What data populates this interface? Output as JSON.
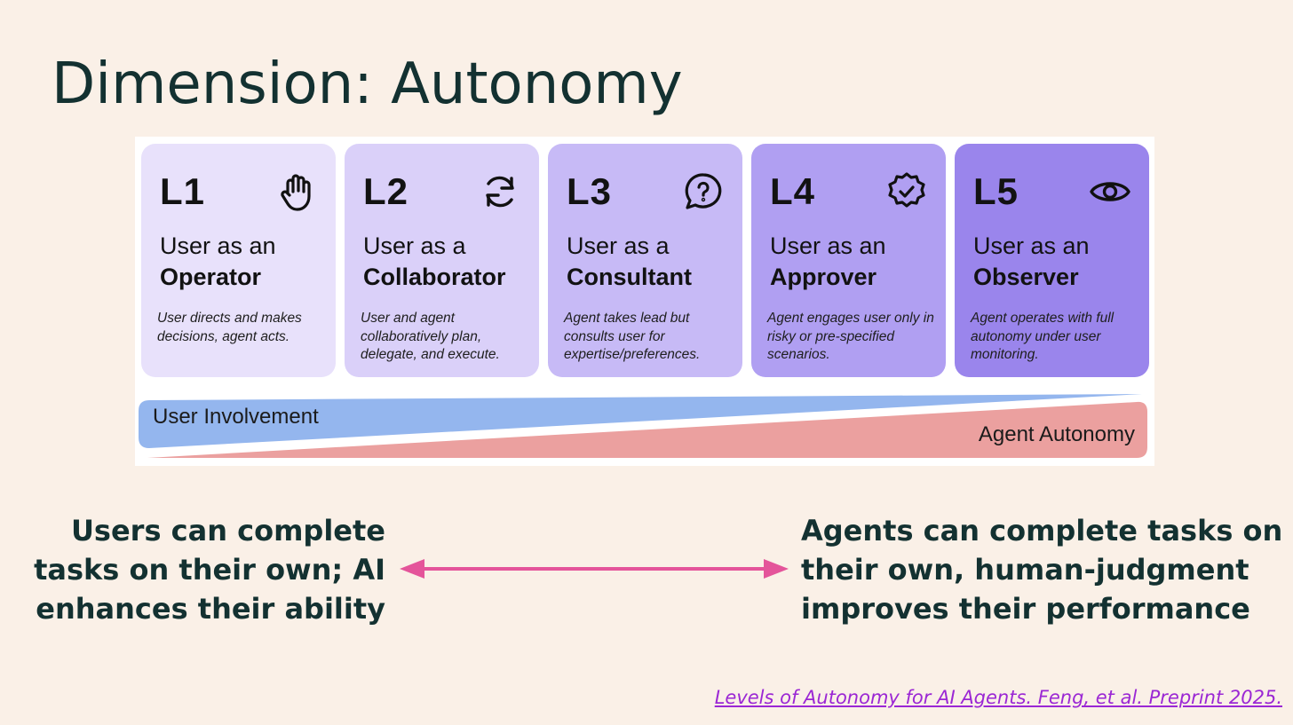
{
  "title": "Dimension: Autonomy",
  "levels": [
    {
      "level": "L1",
      "role_prefix": "User as an",
      "role": "Operator",
      "description": "User directs and makes decisions, agent acts.",
      "icon": "hand-icon",
      "color": "#e8e1fb"
    },
    {
      "level": "L2",
      "role_prefix": "User as a",
      "role": "Collaborator",
      "description": "User and agent collaboratively plan, delegate, and execute.",
      "icon": "refresh-icon",
      "color": "#dad0f9"
    },
    {
      "level": "L3",
      "role_prefix": "User as a",
      "role": "Consultant",
      "description": "Agent takes lead but consults user for expertise/preferences.",
      "icon": "question-bubble-icon",
      "color": "#c7baf6"
    },
    {
      "level": "L4",
      "role_prefix": "User as an",
      "role": "Approver",
      "description": "Agent engages user only in risky or pre-specified scenarios.",
      "icon": "check-badge-icon",
      "color": "#b09ff2"
    },
    {
      "level": "L5",
      "role_prefix": "User as an",
      "role": "Observer",
      "description": "Agent operates with full autonomy under user monitoring.",
      "icon": "eye-icon",
      "color": "#9a85ec"
    }
  ],
  "scale": {
    "user_label": "User Involvement",
    "agent_label": "Agent Autonomy",
    "user_color": "#94b6ee",
    "agent_color": "#eba09f"
  },
  "left_text": [
    "Users can complete",
    "tasks on their own; AI",
    "enhances their ability"
  ],
  "right_text": [
    "Agents can complete tasks on",
    "their own, human-judgment",
    "improves their performance"
  ],
  "arrow_color": "#e4549a",
  "citation": "Levels of Autonomy for AI Agents. Feng, et al. Preprint 2025."
}
